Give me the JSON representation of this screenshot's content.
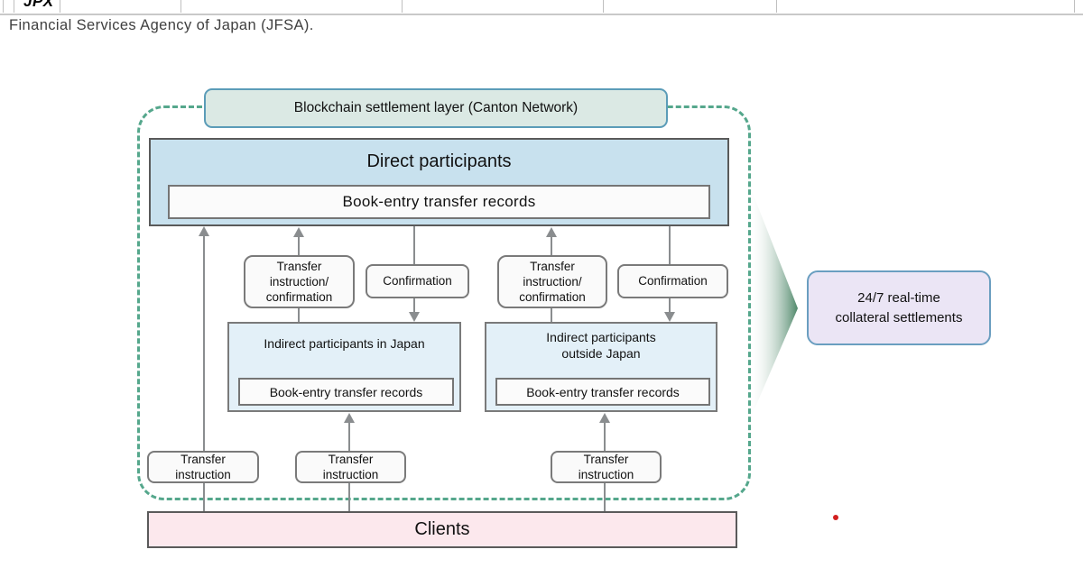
{
  "sheet": {
    "logo": "JPX"
  },
  "subtitle": "Financial Services Agency of Japan (JFSA).",
  "diagram": {
    "settlement_layer_label": "Blockchain settlement layer (Canton Network)",
    "direct": {
      "title": "Direct participants",
      "records_label": "Book-entry transfer records"
    },
    "labels": {
      "transfer_instruction_confirmation": "Transfer\ninstruction/\nconfirmation",
      "confirmation": "Confirmation",
      "transfer_instruction": "Transfer\ninstruction"
    },
    "indirect_japan": {
      "title": "Indirect participants in Japan",
      "records_label": "Book-entry transfer records"
    },
    "indirect_outside": {
      "title": "Indirect participants\noutside Japan",
      "records_label": "Book-entry transfer records"
    },
    "clients_label": "Clients",
    "outcome_label": "24/7 real-time\ncollateral settlements"
  },
  "colors": {
    "teal": "#55a78c",
    "header_bg": "#dbe9e4",
    "direct_bg": "#c8e1ee",
    "indirect_bg": "#e3f0f8",
    "clients_bg": "#fce8ed",
    "outcome_bg": "#ebe5f5",
    "arrow_green": "#4e8769",
    "dot": "#d21f1f"
  }
}
